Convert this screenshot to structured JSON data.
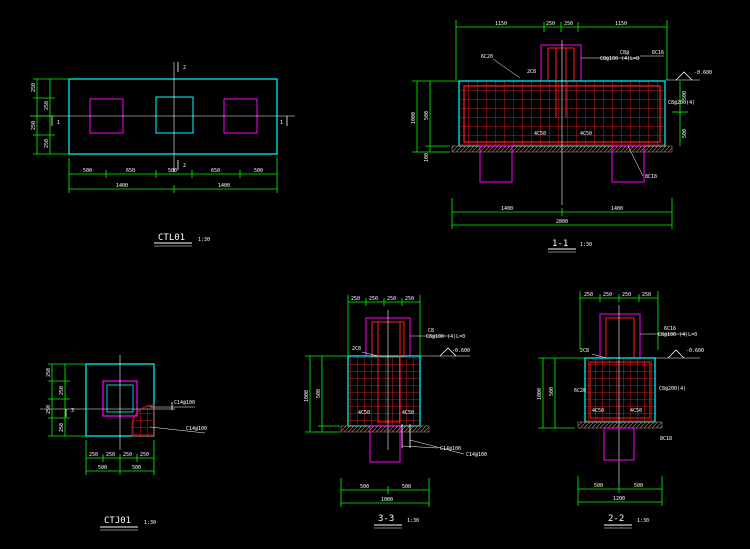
{
  "colors": {
    "background": "#000000",
    "dimension": "#00ff00",
    "concrete": "#00ffff",
    "column": "#ff00ff",
    "rebar": "#ff2020",
    "axis": "#ffffff",
    "hatch": "#ff5500"
  },
  "ctl01": {
    "title": "CTL01",
    "scale": "1:30",
    "section_marks": [
      "2",
      "1",
      "1",
      "2"
    ],
    "dims_left": [
      "250",
      "250",
      "250",
      "250"
    ],
    "dims_bottom": [
      "500",
      "650",
      "500",
      "650",
      "500"
    ],
    "dims_total": [
      "1400",
      "1400"
    ]
  },
  "section_1_1": {
    "title": "1-1",
    "scale": "1:30",
    "dims_top": [
      "1150",
      "250",
      "250",
      "1150"
    ],
    "label_6c20": "6C20",
    "label_2c8": "2C8",
    "label_6c16": "6C16",
    "label_stirrup_top": "C8@",
    "label_stirrup_top2": "C8@100 (4)L=0",
    "elevation": "-0.600",
    "label_c8_200": "C8@200(4)",
    "label_8c18": "8C18",
    "label_4c50_a": "4C50",
    "label_4c50_b": "4C50",
    "dims_left": [
      "1000",
      "500",
      "100"
    ],
    "dims_right": [
      "500",
      "500"
    ],
    "dims_bottom": [
      "1400",
      "1400"
    ],
    "dim_total": "2800"
  },
  "ctj01": {
    "title": "CTJ01",
    "scale": "1:30",
    "dims_left": [
      "250",
      "250",
      "250",
      "250"
    ],
    "dims_bottom": [
      "250",
      "250",
      "250",
      "250"
    ],
    "dims_total": [
      "500",
      "500"
    ],
    "label_a": "C14@100",
    "label_b": "C14@100",
    "section_mark": "3"
  },
  "section_3_3": {
    "title": "3-3",
    "scale": "1:30",
    "dims_top": [
      "250",
      "250",
      "250",
      "250"
    ],
    "label_stirrup": "C8@100 (4)L=0",
    "label_c8": "C8",
    "label_2c8": "2C8",
    "elevation": "-0.600",
    "label_4c50_a": "4C50",
    "label_4c50_b": "4C50",
    "label_c14_a": "C14@100",
    "label_c14_b": "C14@100",
    "dims_left": [
      "1000",
      "500"
    ],
    "dims_bottom": [
      "500",
      "500"
    ],
    "dim_total": "1000"
  },
  "section_2_2": {
    "title": "2-2",
    "scale": "1:30",
    "dims_top": [
      "250",
      "250",
      "250",
      "250"
    ],
    "label_6c16": "6C16",
    "label_stirrup": "C8@100 (4)L=0",
    "label_2c8": "2C8",
    "label_6c20": "6C20",
    "elevation": "-0.600",
    "label_c8_200": "C8@200(4)",
    "label_8c18": "8C18",
    "label_4c50_a": "4C50",
    "label_4c50_b": "4C50",
    "dims_left": [
      "1000",
      "500"
    ],
    "dims_bottom": [
      "500",
      "500"
    ],
    "dim_total": "1200"
  }
}
